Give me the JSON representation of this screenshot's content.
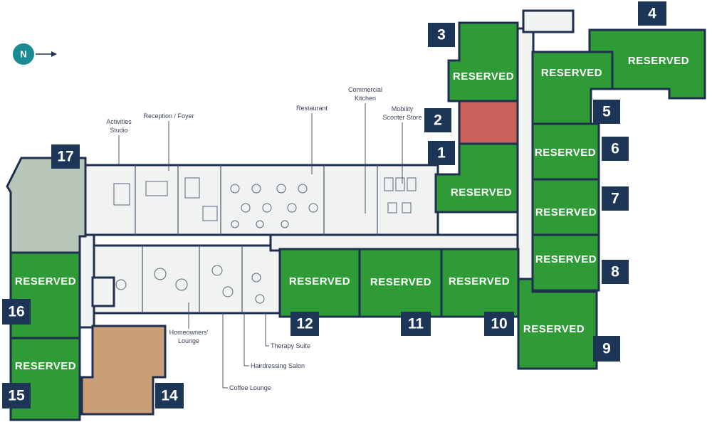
{
  "compass": {
    "letter": "N",
    "icon": "north-arrow-icon"
  },
  "rooms": {
    "activities_studio": [
      "Activities",
      "Studio"
    ],
    "reception_foyer": "Reception / Foyer",
    "restaurant": "Restaurant",
    "commercial_kitchen": [
      "Commercial",
      "Kitchen"
    ],
    "mobility_scooter_store": [
      "Mobility",
      "Scooter Store"
    ],
    "homeowners_lounge": [
      "Homeowners'",
      "Lounge"
    ],
    "therapy_suite": "Therapy Suite",
    "hairdressing_salon": "Hairdressing Salon",
    "coffee_lounge": "Coffee Lounge"
  },
  "apartments": [
    {
      "number": "1",
      "status": "RESERVED",
      "color": "green"
    },
    {
      "number": "2",
      "status": "",
      "color": "red"
    },
    {
      "number": "3",
      "status": "RESERVED",
      "color": "green"
    },
    {
      "number": "4",
      "status": "RESERVED",
      "color": "green"
    },
    {
      "number": "5",
      "status": "RESERVED",
      "color": "green"
    },
    {
      "number": "6",
      "status": "RESERVED",
      "color": "green"
    },
    {
      "number": "7",
      "status": "RESERVED",
      "color": "green"
    },
    {
      "number": "8",
      "status": "RESERVED",
      "color": "green"
    },
    {
      "number": "9",
      "status": "RESERVED",
      "color": "green"
    },
    {
      "number": "10",
      "status": "RESERVED",
      "color": "green"
    },
    {
      "number": "11",
      "status": "RESERVED",
      "color": "green"
    },
    {
      "number": "12",
      "status": "RESERVED",
      "color": "green"
    },
    {
      "number": "14",
      "status": "",
      "color": "tan"
    },
    {
      "number": "15",
      "status": "RESERVED",
      "color": "green"
    },
    {
      "number": "16",
      "status": "RESERVED",
      "color": "green"
    },
    {
      "number": "17",
      "status": "",
      "color": "sage"
    }
  ],
  "colors": {
    "reserved_green": "#2e9b36",
    "number_box_navy": "#1d3557",
    "wall_navy": "#1f2f4f",
    "floor_grey": "#f1f2f2",
    "apartment_2_red": "#c8625a",
    "apartment_14_tan": "#c99f77",
    "apartment_17_sage": "#b9c7bb",
    "compass_teal": "#1a8a93"
  }
}
